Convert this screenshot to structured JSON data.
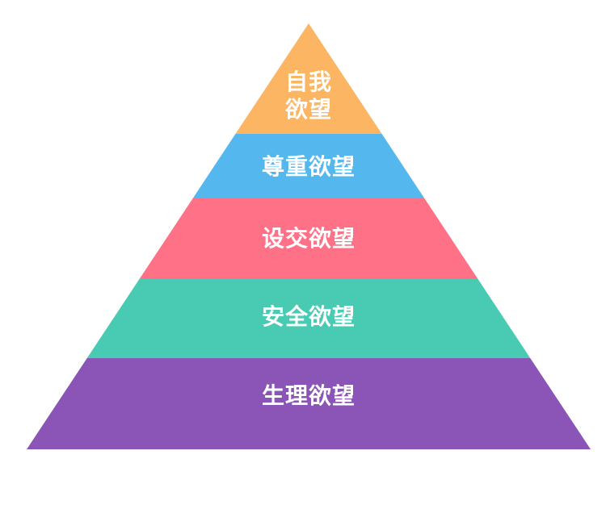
{
  "pyramid": {
    "tiers": [
      {
        "lines": [
          "自我",
          "欲望"
        ],
        "color": "#fbb563"
      },
      {
        "lines": [
          "尊重欲望"
        ],
        "color": "#54b8ef"
      },
      {
        "lines": [
          "设交欲望"
        ],
        "color": "#ff7186"
      },
      {
        "lines": [
          "安全欲望"
        ],
        "color": "#49cbb3"
      },
      {
        "lines": [
          "生理欲望"
        ],
        "color": "#8a55b6"
      }
    ]
  }
}
